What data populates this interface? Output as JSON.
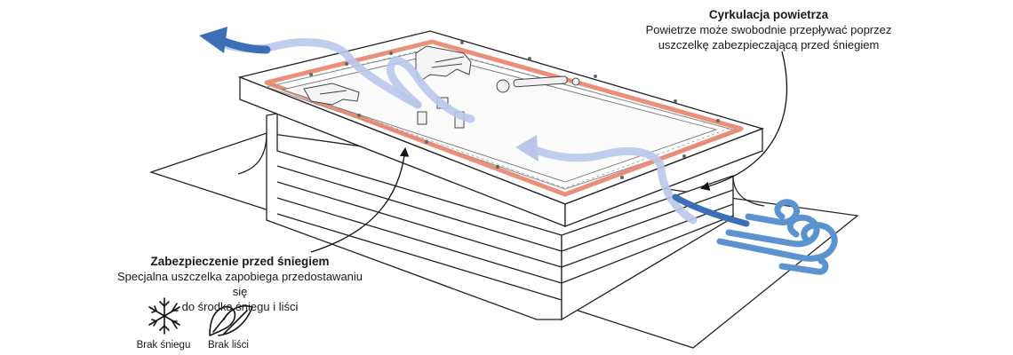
{
  "air_circulation": {
    "title": "Cyrkulacja powietrza",
    "line1": "Powietrze może swobodnie przepływać poprzez",
    "line2": "uszczelkę zabezpieczającą przed śniegiem"
  },
  "snow_protection": {
    "title": "Zabezpieczenie przed śniegiem",
    "line1": "Specjalna uszczelka zapobiega przedostawaniu się",
    "line2": "do środka śniegu i liści"
  },
  "icons": {
    "no_snow_label": "Brak śniegu",
    "no_leaves_label": "Brak liści"
  },
  "colors": {
    "line": "#222222",
    "seal": "#e8836a",
    "air_dark": "#3d6fb6",
    "air_light": "#b9c8ea",
    "wind": "#5b93d0"
  }
}
